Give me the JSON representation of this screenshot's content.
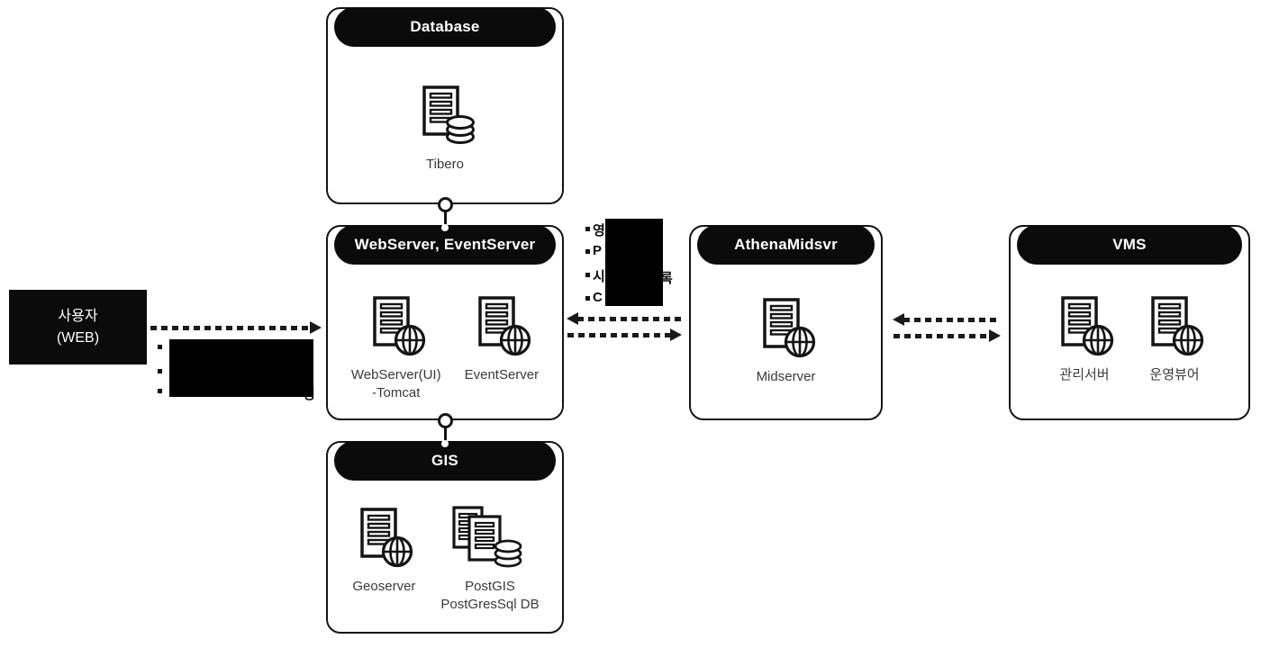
{
  "diagram": {
    "title_hint": "system architecture diagram",
    "colors": {
      "ink": "#141414",
      "header_bg": "#0b0b0b",
      "label_text": "#3a3a3a",
      "background": "#ffffff"
    },
    "user_node": {
      "lines": [
        "사용자",
        "(WEB)"
      ]
    },
    "boxes": {
      "database": {
        "title": "Database",
        "services": [
          {
            "icon": "document-database-icon",
            "label_lines": [
              "Tibero"
            ]
          }
        ]
      },
      "webserver": {
        "title": "WebServer, EventServer",
        "services": [
          {
            "icon": "document-globe-icon",
            "label_lines": [
              "WebServer(UI)",
              "-Tomcat"
            ]
          },
          {
            "icon": "document-globe-icon",
            "label_lines": [
              "EventServer"
            ]
          }
        ]
      },
      "gis": {
        "title": "GIS",
        "services": [
          {
            "icon": "document-globe-icon",
            "label_lines": [
              "Geoserver"
            ]
          },
          {
            "icon": "documents-database-icon",
            "label_lines": [
              "PostGIS",
              "PostGresSql DB"
            ]
          }
        ]
      },
      "athena": {
        "title": "AthenaMidsvr",
        "services": [
          {
            "icon": "document-globe-icon",
            "label_lines": [
              "Midserver"
            ]
          }
        ]
      },
      "vms": {
        "title": "VMS",
        "services": [
          {
            "icon": "document-globe-icon",
            "label_lines": [
              "관리서버"
            ]
          },
          {
            "icon": "document-globe-icon",
            "label_lines": [
              "운영뷰어"
            ]
          }
        ]
      }
    },
    "links": [
      {
        "from": "user",
        "to": "webserver",
        "style": "dashed-arrow",
        "direction": "right"
      },
      {
        "from": "athena",
        "to": "webserver",
        "style": "dashed-arrow",
        "direction": "left"
      },
      {
        "from": "webserver",
        "to": "athena",
        "style": "dashed-arrow",
        "direction": "right"
      },
      {
        "from": "vms",
        "to": "athena",
        "style": "dashed-arrow",
        "direction": "left"
      },
      {
        "from": "athena",
        "to": "vms",
        "style": "dashed-arrow",
        "direction": "right"
      },
      {
        "from": "database",
        "to": "webserver",
        "style": "line-with-node-dots"
      },
      {
        "from": "webserver",
        "to": "gis",
        "style": "line-with-node-dots"
      }
    ],
    "redacted_notes": {
      "user_to_web": {
        "note": "bullet list covered by black redaction box",
        "items": [
          {
            "fragment_left": "",
            "fragment_right": ""
          },
          {
            "fragment_left": "",
            "fragment_right": ""
          },
          {
            "fragment_left": "",
            "fragment_right": "영"
          }
        ]
      },
      "web_to_mid": {
        "note": "bullet list covered by black redaction box",
        "items": [
          {
            "fragment_left": "영",
            "fragment_right": ""
          },
          {
            "fragment_left": "P",
            "fragment_right": ""
          },
          {
            "fragment_left": "시",
            "fragment_right": "록"
          },
          {
            "fragment_left": "C",
            "fragment_right": ""
          }
        ]
      }
    }
  }
}
